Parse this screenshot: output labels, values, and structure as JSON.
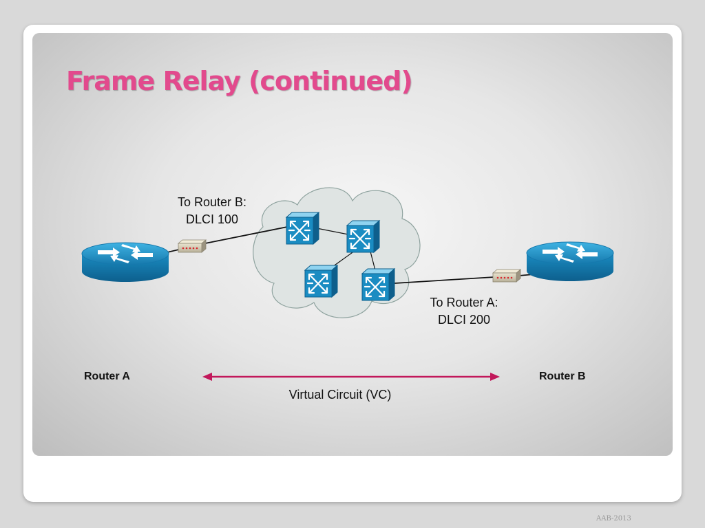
{
  "slide": {
    "title": "Frame Relay (continued)",
    "footer": "AAB-2013"
  },
  "diagram": {
    "label_to_router_b_line1": "To Router B:",
    "label_to_router_b_line2": "DLCI 100",
    "label_to_router_a_line1": "To Router A:",
    "label_to_router_a_line2": "DLCI 200",
    "router_a_label": "Router A",
    "router_b_label": "Router B",
    "virtual_circuit_label": "Virtual Circuit (VC)"
  },
  "colors": {
    "title": "#e24a8d",
    "router_fill": "#1a8cc2",
    "switch_fill": "#1a8cc2",
    "cloud_fill": "#dfe4e3",
    "vc_arrow": "#c2185b"
  },
  "icons": [
    "router-icon",
    "switch-icon",
    "csu-dsu-icon",
    "cloud-icon",
    "double-arrow-icon"
  ]
}
